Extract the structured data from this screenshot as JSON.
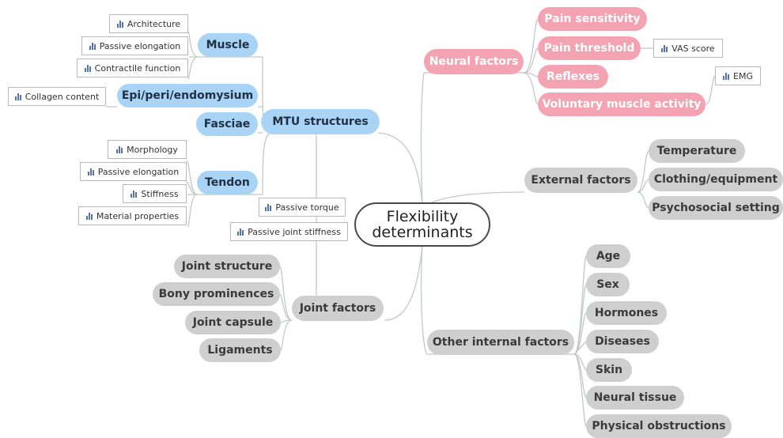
{
  "central": {
    "line1": "Flexibility",
    "line2": "determinants"
  },
  "mtu": {
    "label": "MTU structures",
    "muscle": {
      "label": "Muscle",
      "notes": [
        "Architecture",
        "Passive elongation",
        "Contractile function"
      ]
    },
    "epi": {
      "label": "Epi/peri/endomysium",
      "notes": [
        "Collagen content"
      ]
    },
    "fasciae": {
      "label": "Fasciae"
    },
    "tendon": {
      "label": "Tendon",
      "notes": [
        "Morphology",
        "Passive elongation",
        "Stiffness",
        "Material properties"
      ]
    },
    "notes": [
      "Passive torque",
      "Passive joint stiffness"
    ]
  },
  "joint": {
    "label": "Joint factors",
    "items": [
      "Joint structure",
      "Bony prominences",
      "Joint capsule",
      "Ligaments"
    ]
  },
  "neural": {
    "label": "Neural factors",
    "items": [
      "Pain sensitivity",
      "Pain threshold",
      "Reflexes",
      "Voluntary muscle activity"
    ],
    "notes": [
      "VAS score",
      "EMG"
    ]
  },
  "external": {
    "label": "External factors",
    "items": [
      "Temperature",
      "Clothing/equipment",
      "Psychosocial setting"
    ]
  },
  "other": {
    "label": "Other internal factors",
    "items": [
      "Age",
      "Sex",
      "Hormones",
      "Diseases",
      "Skin",
      "Neural tissue",
      "Physical obstructions"
    ]
  },
  "colors": {
    "blue": "#a9d4f5",
    "pink": "#f4a3b2",
    "gray": "#cfcfcf",
    "line": "#c2c8cc",
    "note_icon": "#5573a8"
  }
}
